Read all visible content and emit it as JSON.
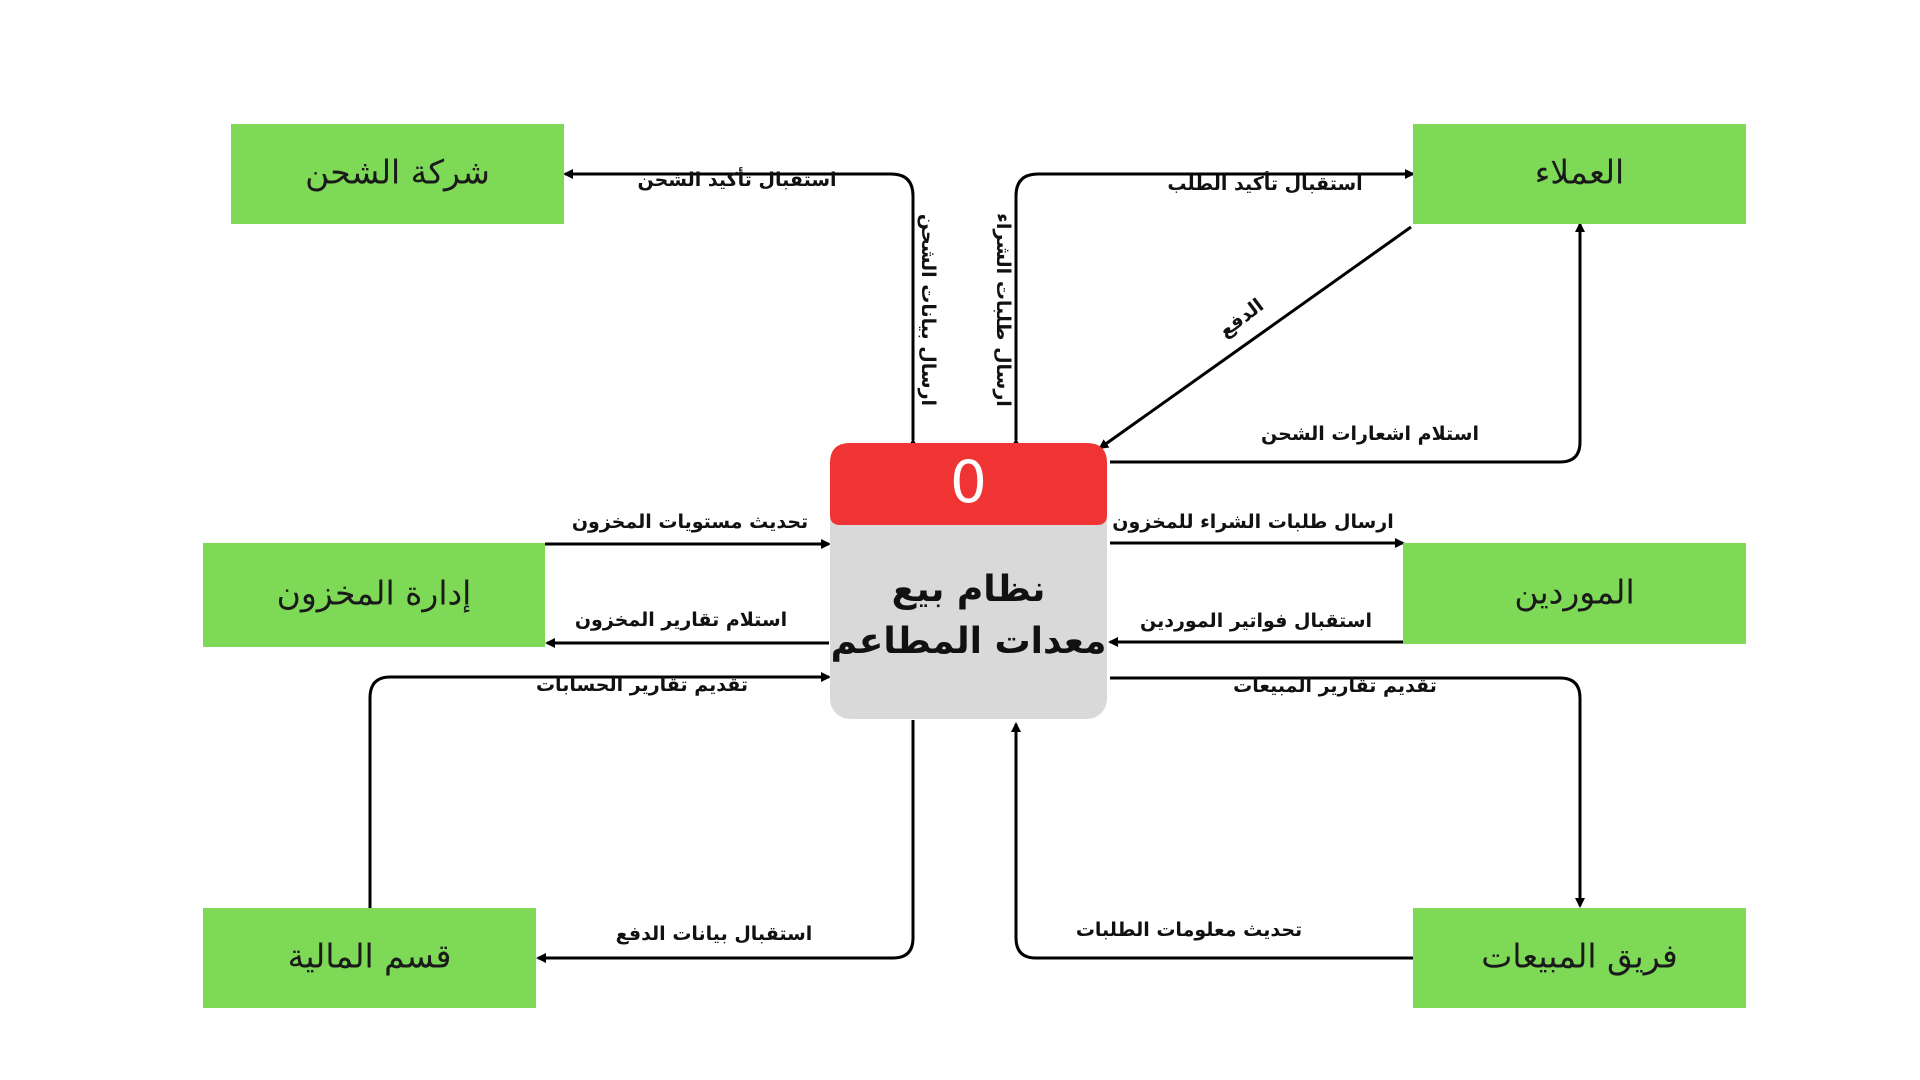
{
  "process": {
    "number": "0",
    "name_line1": "نظام بيع",
    "name_line2": "معدات المطاعم"
  },
  "entities": {
    "shipping": "شركة الشحن",
    "customers": "العملاء",
    "inventory": "إدارة المخزون",
    "suppliers": "الموردين",
    "finance": "قسم المالية",
    "sales": "فريق المبيعات"
  },
  "flows": {
    "receive_shipping_confirm": "استقبال  تأكيد الشحن",
    "send_shipping_data": "ارسال بيانات الشحن",
    "send_purchase_requests": "ارسال طلبات الشراء",
    "receive_order_confirm": "استقبال  تأكيد الطلب",
    "payment": "الدفع",
    "receive_shipping_notices": "استلام اشعارات الشحن",
    "update_inventory_levels": "تحديث مستويات المخزون",
    "receive_inventory_reports": "استلام تقارير المخزون",
    "submit_accounts_reports": "تقديم تقارير الحسابات",
    "purchase_requests_inventory": "ارسال طلبات الشراء للمخزون",
    "receive_supplier_invoices": "استقبال فواتير الموردين",
    "submit_sales_reports": "تقديم تقارير المبيعات",
    "receive_payment_data": "استقبال بيانات الدفع",
    "update_orders_info": "تحديث معلومات الطلبات"
  },
  "colors": {
    "entity_fill": "#7ed957",
    "process_header": "#f03434",
    "process_body": "#d9d9d9"
  }
}
